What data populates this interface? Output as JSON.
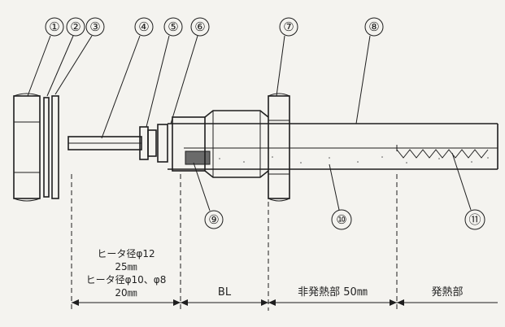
{
  "callouts": [
    "①",
    "②",
    "③",
    "④",
    "⑤",
    "⑥",
    "⑦",
    "⑧",
    "⑨",
    "⑩",
    "⑪"
  ],
  "dimensions": {
    "lead_line1": "ヒータ径φ12",
    "lead_line2": "25㎜",
    "lead_line3": "ヒータ径φ10、φ8",
    "lead_line4": "20㎜",
    "bl": "BL",
    "non_heating": "非発熱部 50㎜",
    "heating": "発熱部"
  }
}
